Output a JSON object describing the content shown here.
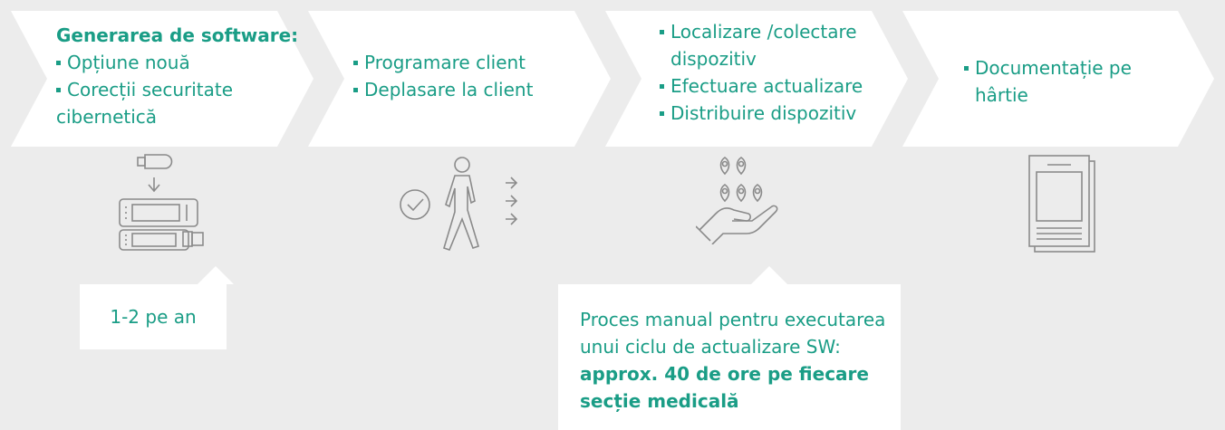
{
  "steps": [
    {
      "heading": "Generarea de software:",
      "items": [
        "Opțiune nouă",
        "Corecții securitate",
        "cibernetică"
      ],
      "icon": "usb-update-device-icon"
    },
    {
      "items": [
        "Programare client",
        "Deplasare la client"
      ],
      "icon": "walking-person-icon"
    },
    {
      "items": [
        "Localizare /colectare",
        "dispozitiv",
        "Efectuare actualizare",
        "Distribuire dispozitiv"
      ],
      "icon": "hand-location-pins-icon"
    },
    {
      "items": [
        "Documentație pe",
        "hârtie"
      ],
      "icon": "paper-document-icon"
    }
  ],
  "callouts": {
    "frequency": "1-2 pe an",
    "manual_process": {
      "line1": "Proces manual pentru executarea",
      "line2": "unui ciclu de actualizare SW:",
      "bold1": "approx. 40 de ore pe fiecare",
      "bold2": "secție medicală"
    }
  },
  "colors": {
    "accent": "#1a9d86",
    "background": "#ececec",
    "chevron": "#ffffff",
    "icon": "#8a8a8a"
  }
}
